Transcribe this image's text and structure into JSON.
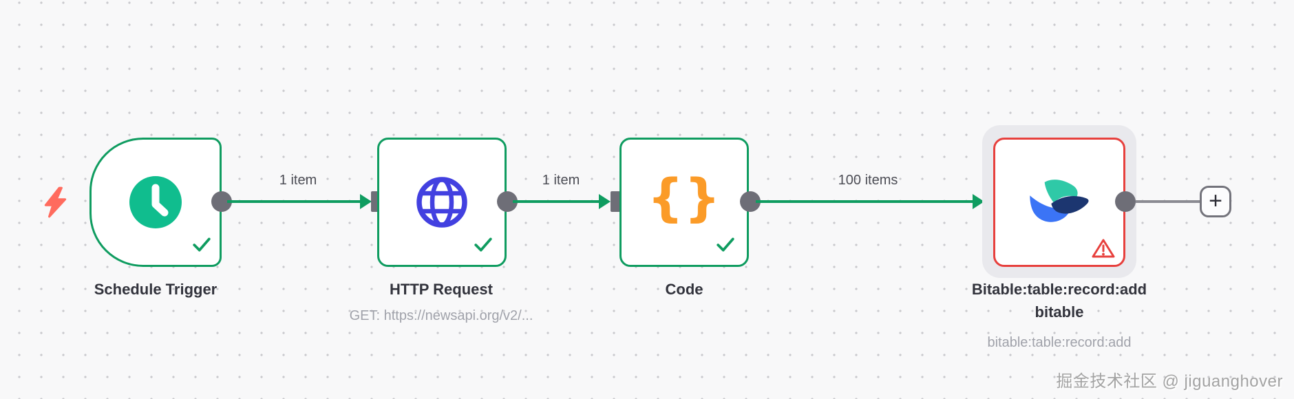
{
  "workflow": {
    "nodes": [
      {
        "title": "Schedule Trigger",
        "icon": "clock-icon",
        "status": "success"
      },
      {
        "title": "HTTP Request",
        "subtitle": "GET: https://newsapi.org/v2/...",
        "icon": "globe-icon",
        "status": "success"
      },
      {
        "title": "Code",
        "icon": "code-braces-icon",
        "status": "success"
      },
      {
        "title_line1": "Bitable:table:record:add",
        "title_line2": "bitable",
        "subtitle": "bitable:table:record:add",
        "icon": "bitable-icon",
        "status": "error"
      }
    ],
    "connections": [
      {
        "label": "1 item"
      },
      {
        "label": "1 item"
      },
      {
        "label": "100 items"
      }
    ],
    "braces_glyph": "{}",
    "add_node_label": "+"
  },
  "watermark": "掘金技术社区 @ jiguanghover",
  "colors": {
    "success_green": "#0f9c60",
    "error_red": "#e7403d",
    "connector_gray": "#6e6e77",
    "link_gray": "#8b8b92",
    "trigger_teal": "#10bd8e",
    "http_blue": "#4240e0",
    "code_orange": "#fb9b28",
    "bolt_coral": "#ff6b5e"
  }
}
